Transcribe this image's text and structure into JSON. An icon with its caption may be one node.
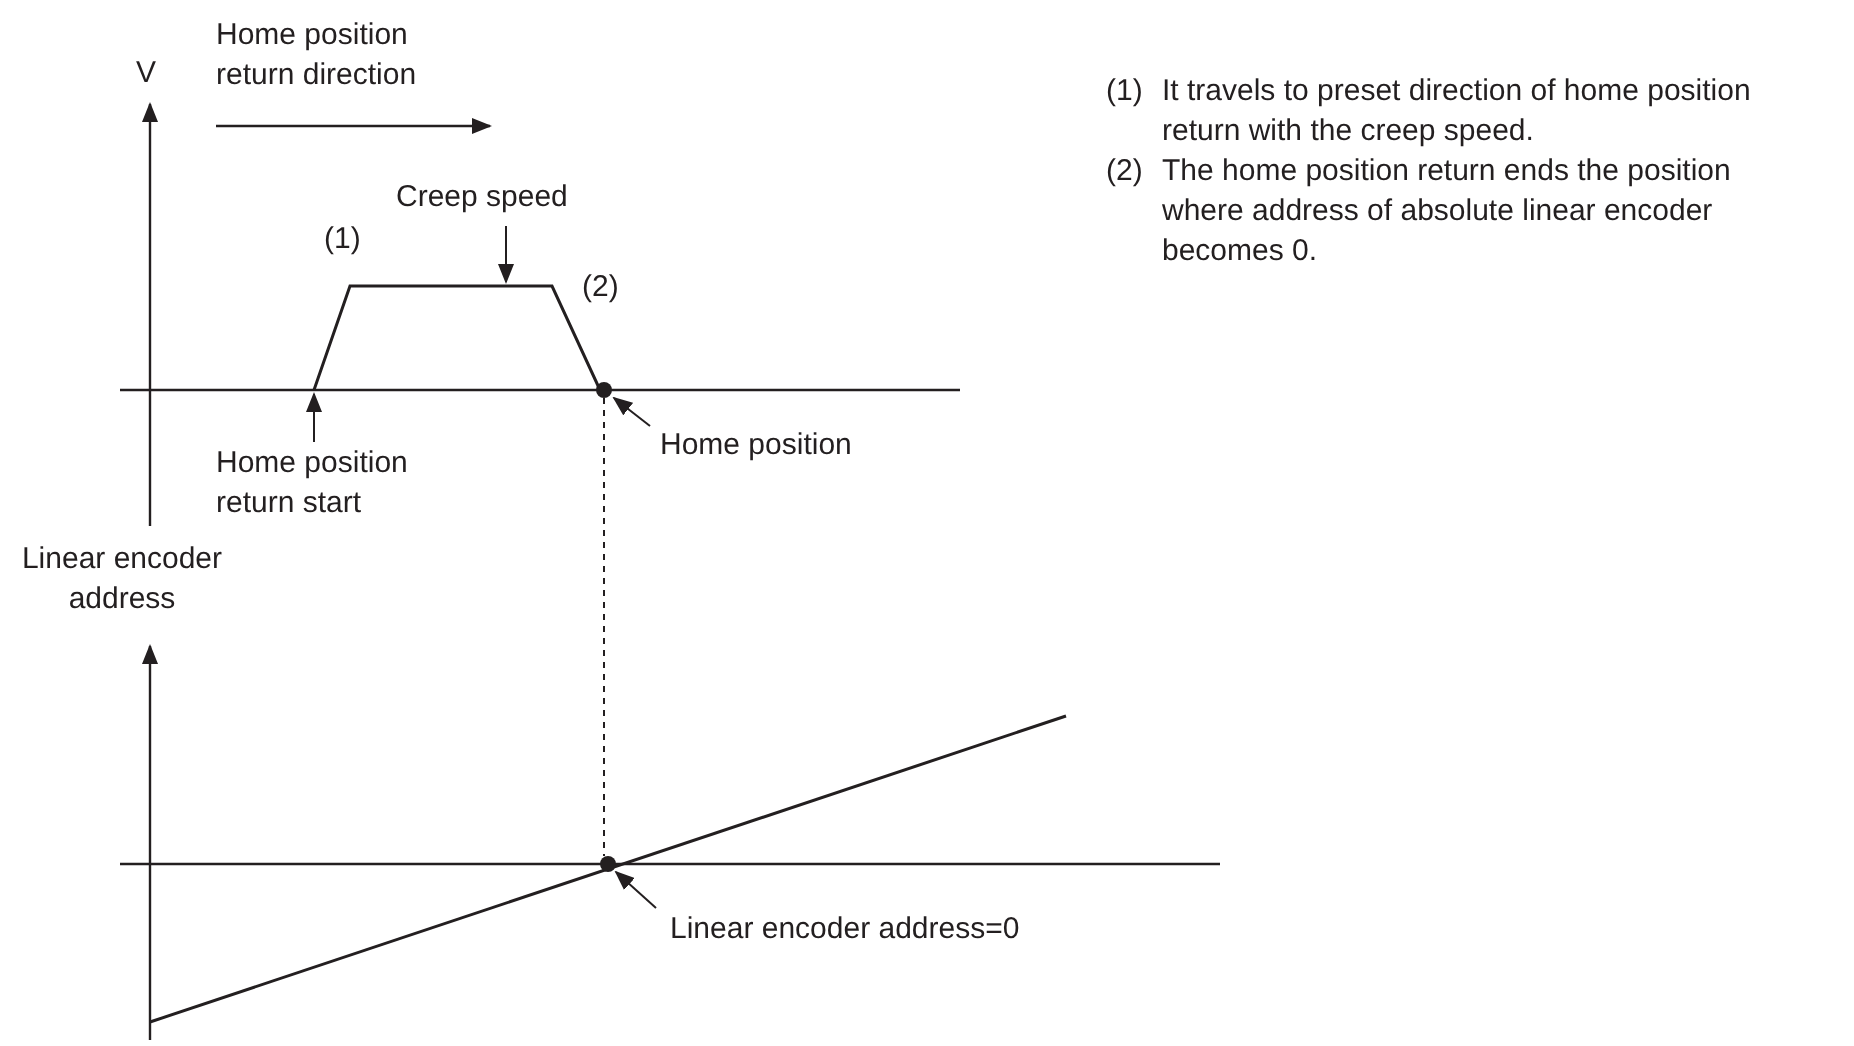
{
  "diagram": {
    "nodes": [
      {
        "text": [
          "Home position return start"
        ]
      },
      {
        "text": [
          "Creep speed"
        ]
      },
      {
        "text": [
          "Home position"
        ]
      },
      {
        "text": [],
        "shape": "circle"
      },
      {
        "text": [
          "Linear encoder address=0"
        ]
      },
      {
        "text": [],
        "shape": "circle"
      }
    ],
    "edges": [
      {
        "from": 0,
        "to": null,
        "arrow": "to"
      },
      {
        "from": 1,
        "to": null,
        "arrow": "to"
      },
      {
        "from": 2,
        "to": 3,
        "arrow": "to"
      },
      {
        "from": 3,
        "to": 5,
        "arrow": "none",
        "style": "dashed"
      },
      {
        "from": 4,
        "to": 5,
        "arrow": "to"
      }
    ],
    "labels": [
      "Home position return direction",
      "V",
      "(1)",
      "(2)",
      "Linear encoder address",
      "(1)",
      "It travels to preset direction of home position return with the creep speed.",
      "(2)",
      "The home position return ends the position where address of absolute linear encoder becomes 0."
    ]
  }
}
